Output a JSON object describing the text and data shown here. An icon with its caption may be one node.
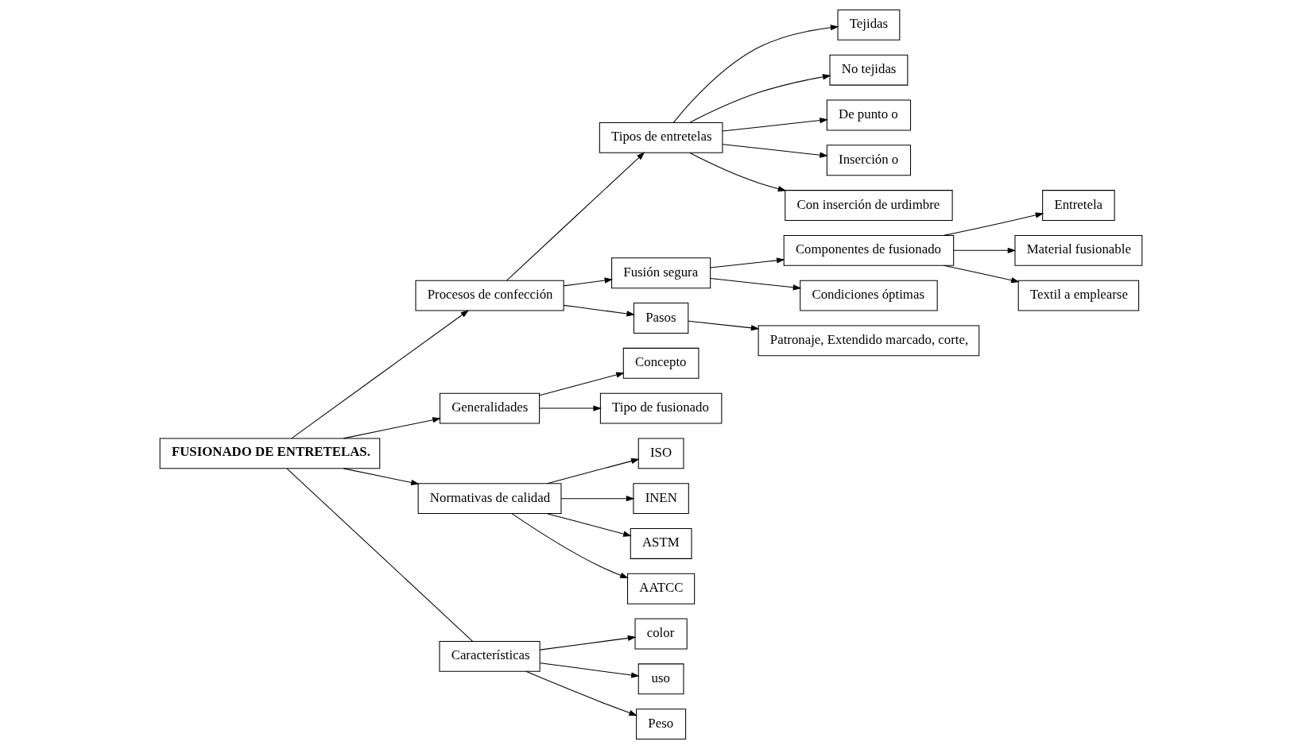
{
  "diagram": {
    "nodes": [
      {
        "text": [
          "FUSIONADO DE ENTRETELAS."
        ]
      },
      {
        "text": [
          "Procesos de confección"
        ]
      },
      {
        "text": [
          "Tipos de entretelas"
        ]
      },
      {
        "text": [
          "Fusión segura"
        ]
      },
      {
        "text": [
          "Pasos"
        ]
      },
      {
        "text": [
          "Patronaje, Extendido marcado, corte,"
        ]
      },
      {
        "text": [
          "Tejidas"
        ]
      },
      {
        "text": [
          "No tejidas"
        ]
      },
      {
        "text": [
          "De punto o"
        ]
      },
      {
        "text": [
          "Inserción o"
        ]
      },
      {
        "text": [
          "Con inserción de urdimbre"
        ]
      },
      {
        "text": [
          "Componentes de fusionado"
        ]
      },
      {
        "text": [
          "Condiciones óptimas"
        ]
      },
      {
        "text": [
          "Entretela"
        ]
      },
      {
        "text": [
          "Material fusionable"
        ]
      },
      {
        "text": [
          "Textil a emplearse"
        ]
      },
      {
        "text": [
          "Generalidades"
        ]
      },
      {
        "text": [
          "Concepto"
        ]
      },
      {
        "text": [
          "Tipo de fusionado"
        ]
      },
      {
        "text": [
          "Normativas de calidad"
        ]
      },
      {
        "text": [
          "ISO"
        ]
      },
      {
        "text": [
          "INEN"
        ]
      },
      {
        "text": [
          "ASTM"
        ]
      },
      {
        "text": [
          "AATCC"
        ]
      },
      {
        "text": [
          "Características"
        ]
      },
      {
        "text": [
          "color"
        ]
      },
      {
        "text": [
          "uso"
        ]
      },
      {
        "text": [
          "Peso"
        ]
      }
    ],
    "edges": [
      {
        "from": 0,
        "to": 1,
        "arrow": "to"
      },
      {
        "from": 1,
        "to": 2,
        "arrow": "to"
      },
      {
        "from": 1,
        "to": 3,
        "arrow": "to"
      },
      {
        "from": 1,
        "to": 4,
        "arrow": "to"
      },
      {
        "from": 4,
        "to": 5,
        "arrow": "to"
      },
      {
        "from": 2,
        "to": 6,
        "arrow": "to"
      },
      {
        "from": 2,
        "to": 7,
        "arrow": "to"
      },
      {
        "from": 2,
        "to": 8,
        "arrow": "to"
      },
      {
        "from": 2,
        "to": 9,
        "arrow": "to"
      },
      {
        "from": 2,
        "to": 10,
        "arrow": "to"
      },
      {
        "from": 3,
        "to": 11,
        "arrow": "to"
      },
      {
        "from": 3,
        "to": 12,
        "arrow": "to"
      },
      {
        "from": 11,
        "to": 13,
        "arrow": "to"
      },
      {
        "from": 11,
        "to": 14,
        "arrow": "to"
      },
      {
        "from": 11,
        "to": 15,
        "arrow": "to"
      },
      {
        "from": 0,
        "to": 16,
        "arrow": "to"
      },
      {
        "from": 16,
        "to": 17,
        "arrow": "to"
      },
      {
        "from": 16,
        "to": 18,
        "arrow": "to"
      },
      {
        "from": 0,
        "to": 19,
        "arrow": "to"
      },
      {
        "from": 19,
        "to": 20,
        "arrow": "to"
      },
      {
        "from": 19,
        "to": 21,
        "arrow": "to"
      },
      {
        "from": 19,
        "to": 22,
        "arrow": "to"
      },
      {
        "from": 19,
        "to": 23,
        "arrow": "to"
      },
      {
        "from": 0,
        "to": 24,
        "arrow": "none"
      },
      {
        "from": 24,
        "to": 25,
        "arrow": "to"
      },
      {
        "from": 24,
        "to": 26,
        "arrow": "to"
      },
      {
        "from": 24,
        "to": 27,
        "arrow": "to"
      }
    ]
  }
}
